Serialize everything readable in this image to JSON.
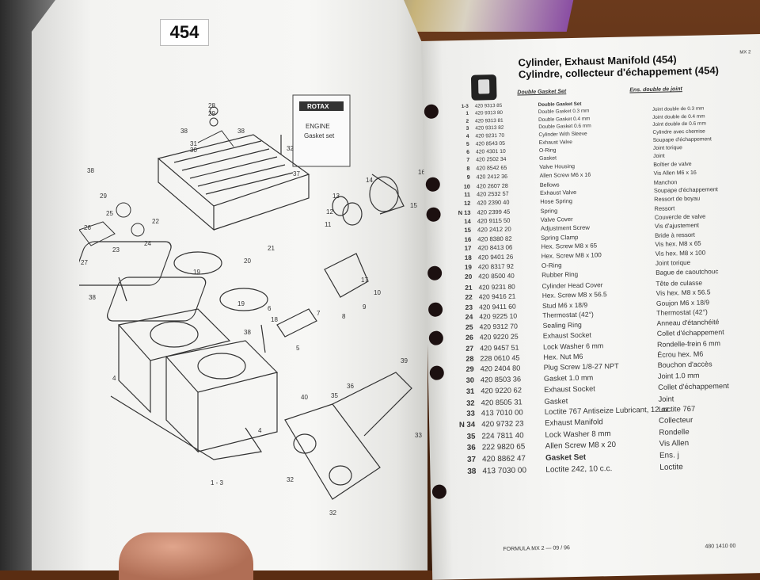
{
  "left_page": {
    "page_number": "454",
    "gasket_card": {
      "brand": "ROTAX",
      "line1": "ENGINE",
      "line2": "Gasket set",
      "callout": "37"
    },
    "callouts": [
      "28",
      "29",
      "38",
      "30",
      "31",
      "38",
      "32",
      "38",
      "29",
      "25",
      "23",
      "26",
      "28",
      "27",
      "24",
      "22",
      "21",
      "20",
      "19",
      "19",
      "38",
      "4",
      "18",
      "38",
      "5",
      "16",
      "14",
      "15",
      "13",
      "12",
      "11",
      "10",
      "9",
      "8",
      "7",
      "6",
      "17",
      "39",
      "35",
      "36",
      "40",
      "33",
      "32",
      "32",
      "4",
      "1 - 3"
    ]
  },
  "right_page": {
    "title_en": "Cylinder, Exhaust Manifold (454)",
    "title_fr": "Cylindre, collecteur d'échappement (454)",
    "model_code": "MX 2",
    "col_head_en": "Double Gasket Set",
    "col_head_fr": "Ens. double de joint",
    "parts": [
      {
        "num": "1-3",
        "pn": "420 9313 85",
        "desc": "Double Gasket Set",
        "fr": ""
      },
      {
        "num": "1",
        "pn": "420 9313 80",
        "desc": "Double Gasket 0.3 mm",
        "fr": "Joint double de 0.3 mm"
      },
      {
        "num": "2",
        "pn": "420 9313 81",
        "desc": "Double Gasket 0.4 mm",
        "fr": "Joint double de 0.4 mm"
      },
      {
        "num": "3",
        "pn": "420 9313 82",
        "desc": "Double Gasket 0.6 mm",
        "fr": "Joint double de 0.6 mm"
      },
      {
        "num": "4",
        "pn": "420 9231 70",
        "desc": "Cylinder With Sleeve",
        "fr": "Cylindre avec chemise"
      },
      {
        "num": "5",
        "pn": "420 8543 05",
        "desc": "Exhaust Valve",
        "fr": "Soupape d'échappement"
      },
      {
        "num": "6",
        "pn": "420 4301 10",
        "desc": "O-Ring",
        "fr": "Joint torique"
      },
      {
        "num": "7",
        "pn": "420 2502 34",
        "desc": "Gasket",
        "fr": "Joint"
      },
      {
        "num": "8",
        "pn": "420 8542 65",
        "desc": "Valve Housing",
        "fr": "Boîtier de valve"
      },
      {
        "num": "9",
        "pn": "420 2412 36",
        "desc": "Allen Screw M6 x 16",
        "fr": "Vis Allen M6 x 16"
      },
      {
        "num": "10",
        "pn": "420 2607 28",
        "desc": "Bellows",
        "fr": "Manchon"
      },
      {
        "num": "11",
        "pn": "420 2532 57",
        "desc": "Exhaust Valve",
        "fr": "Soupape d'échappement"
      },
      {
        "num": "12",
        "pn": "420 2390 40",
        "desc": "Hose Spring",
        "fr": "Ressort de boyau"
      },
      {
        "num": "N 13",
        "pn": "420 2399 45",
        "desc": "Spring",
        "fr": "Ressort"
      },
      {
        "num": "14",
        "pn": "420 9115 50",
        "desc": "Valve Cover",
        "fr": "Couvercle de valve"
      },
      {
        "num": "15",
        "pn": "420 2412 20",
        "desc": "Adjustment Screw",
        "fr": "Vis d'ajustement"
      },
      {
        "num": "16",
        "pn": "420 8380 82",
        "desc": "Spring Clamp",
        "fr": "Bride à ressort"
      },
      {
        "num": "17",
        "pn": "420 8413 06",
        "desc": "Hex. Screw M8 x 65",
        "fr": "Vis hex. M8 x 65"
      },
      {
        "num": "18",
        "pn": "420 9401 26",
        "desc": "Hex. Screw M8 x 100",
        "fr": "Vis hex. M8 x 100"
      },
      {
        "num": "19",
        "pn": "420 8317 92",
        "desc": "O-Ring",
        "fr": "Joint torique"
      },
      {
        "num": "20",
        "pn": "420 8500 40",
        "desc": "Rubber Ring",
        "fr": "Bague de caoutchouc"
      },
      {
        "num": "21",
        "pn": "420 9231 80",
        "desc": "Cylinder Head Cover",
        "fr": "Tête de culasse"
      },
      {
        "num": "22",
        "pn": "420 9416 21",
        "desc": "Hex. Screw M8 x 56.5",
        "fr": "Vis hex. M8 x 56.5"
      },
      {
        "num": "23",
        "pn": "420 9411 60",
        "desc": "Stud M6 x 18/9",
        "fr": "Goujon M6 x 18/9"
      },
      {
        "num": "24",
        "pn": "420 9225 10",
        "desc": "Thermostat (42°)",
        "fr": "Thermostat (42°)"
      },
      {
        "num": "25",
        "pn": "420 9312 70",
        "desc": "Sealing Ring",
        "fr": "Anneau d'étanchéité"
      },
      {
        "num": "26",
        "pn": "420 9220 25",
        "desc": "Exhaust Socket",
        "fr": "Collet d'échappement"
      },
      {
        "num": "27",
        "pn": "420 9457 51",
        "desc": "Lock Washer 6 mm",
        "fr": "Rondelle-frein 6 mm"
      },
      {
        "num": "28",
        "pn": "228 0610 45",
        "desc": "Hex. Nut M6",
        "fr": "Écrou hex. M6"
      },
      {
        "num": "29",
        "pn": "420 2404 80",
        "desc": "Plug Screw 1/8-27 NPT",
        "fr": "Bouchon d'accès"
      },
      {
        "num": "30",
        "pn": "420 8503 36",
        "desc": "Gasket 1.0 mm",
        "fr": "Joint 1.0 mm"
      },
      {
        "num": "31",
        "pn": "420 9220 62",
        "desc": "Exhaust Socket",
        "fr": "Collet d'échappement"
      },
      {
        "num": "32",
        "pn": "420 8505 31",
        "desc": "Gasket",
        "fr": "Joint"
      },
      {
        "num": "33",
        "pn": "413 7010 00",
        "desc": "Loctite 767 Antiseize Lubricant, 12 oz.",
        "fr": "Loctite 767"
      },
      {
        "num": "N 34",
        "pn": "420 9732 23",
        "desc": "Exhaust Manifold",
        "fr": "Collecteur"
      },
      {
        "num": "35",
        "pn": "224 7811 40",
        "desc": "Lock Washer 8 mm",
        "fr": "Rondelle"
      },
      {
        "num": "36",
        "pn": "222 9820 65",
        "desc": "Allen Screw M8 x 20",
        "fr": "Vis Allen"
      },
      {
        "num": "37",
        "pn": "420 8862 47",
        "desc": "Gasket Set",
        "fr": "Ens. j"
      },
      {
        "num": "38",
        "pn": "413 7030 00",
        "desc": "Loctite 242, 10 c.c.",
        "fr": "Loctite"
      }
    ],
    "footer_left": "FORMULA MX 2 — 09 / 96",
    "footer_right": "480 1410 00"
  }
}
